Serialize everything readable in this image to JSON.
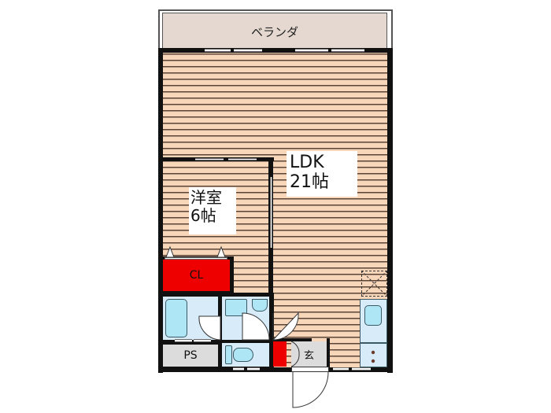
{
  "floorplan": {
    "balcony": {
      "label": "ベランダ"
    },
    "ldk": {
      "name": "LDK",
      "size": "21帖"
    },
    "western_room": {
      "name": "洋室",
      "size": "6帖"
    },
    "closet": {
      "label": "CL"
    },
    "pipe_space": {
      "label": "PS"
    },
    "entrance": {
      "label": "玄"
    },
    "colors": {
      "floor": "#f8d6ba",
      "floor_line": "#5a4436",
      "balcony": "#e4d8d0",
      "storage": "#ee0000",
      "wet_area": "#d7ecf8",
      "fixture": "#aee6f5",
      "wall": "#111111",
      "entrance": "#dcdcdc"
    }
  }
}
